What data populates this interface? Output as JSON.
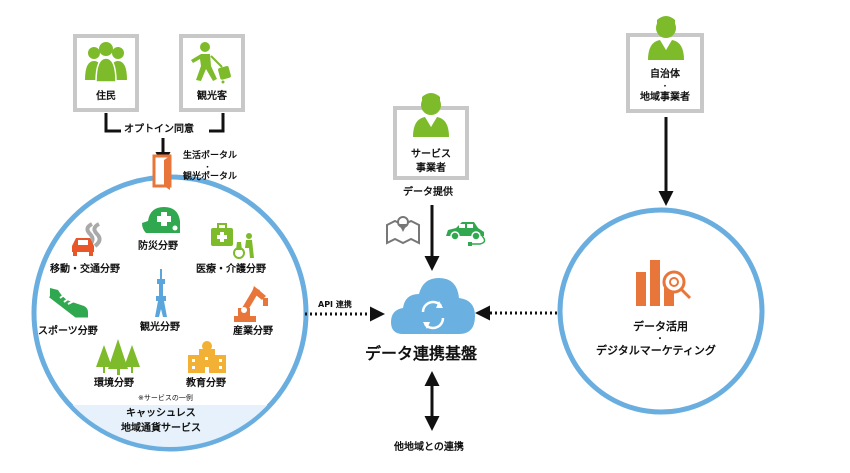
{
  "actors": {
    "residents": {
      "label": "住民",
      "icon": "people-group-icon"
    },
    "tourists": {
      "label": "観光客",
      "icon": "traveler-with-suitcase-icon"
    },
    "service_provider": {
      "label_line1": "サービス",
      "label_line2": "事業者",
      "icon": "businessperson-icon"
    },
    "municipality": {
      "label_line1": "自治体",
      "label_sep": "・",
      "label_line2": "地域事業者",
      "icon": "businessperson-icon"
    }
  },
  "opt_in": {
    "label": "オプトイン同意"
  },
  "portal": {
    "line1": "生活ポータル",
    "sep": "・",
    "line2": "観光ポータル",
    "icon": "door-icon"
  },
  "service_circle": {
    "fields": [
      {
        "label": "防災分野",
        "icon": "helmet-icon",
        "color": "#2fa84f"
      },
      {
        "label": "移動・交通分野",
        "icon": "car-road-icon",
        "color": "#e8562a"
      },
      {
        "label": "医療・介護分野",
        "icon": "medical-care-icon",
        "color": "#7dbb2a"
      },
      {
        "label": "スポーツ分野",
        "icon": "sneaker-icon",
        "color": "#2fa84f"
      },
      {
        "label": "観光分野",
        "icon": "tower-icon",
        "color": "#5aa5dc"
      },
      {
        "label": "産業分野",
        "icon": "robot-arm-icon",
        "color": "#e8763a"
      },
      {
        "label": "環境分野",
        "icon": "trees-icon",
        "color": "#7dbb2a"
      },
      {
        "label": "教育分野",
        "icon": "school-icon",
        "color": "#f2b134"
      }
    ],
    "note": "※サービスの一例",
    "footer_line1": "キャッシュレス",
    "footer_line2": "地域通貨サービス"
  },
  "data_provision": {
    "label": "データ提供",
    "icons": [
      "map-pin-icon",
      "electric-car-icon"
    ]
  },
  "api_link": {
    "label": "API 連携"
  },
  "platform": {
    "label": "データ連携基盤",
    "icon": "cloud-sync-icon"
  },
  "other_regions": {
    "label": "他地域との連携"
  },
  "analytics_circle": {
    "line1": "データ活用",
    "sep": "・",
    "line2": "デジタルマーケティング",
    "icon": "bar-chart-search-icon"
  },
  "colors": {
    "green": "#7dbb2a",
    "circle_blue": "#6aaee0",
    "cloud_blue": "#6ab0e0",
    "orange": "#e8763a",
    "gray_box": "#c8c8c8",
    "footer_band": "#e6f1fb"
  }
}
